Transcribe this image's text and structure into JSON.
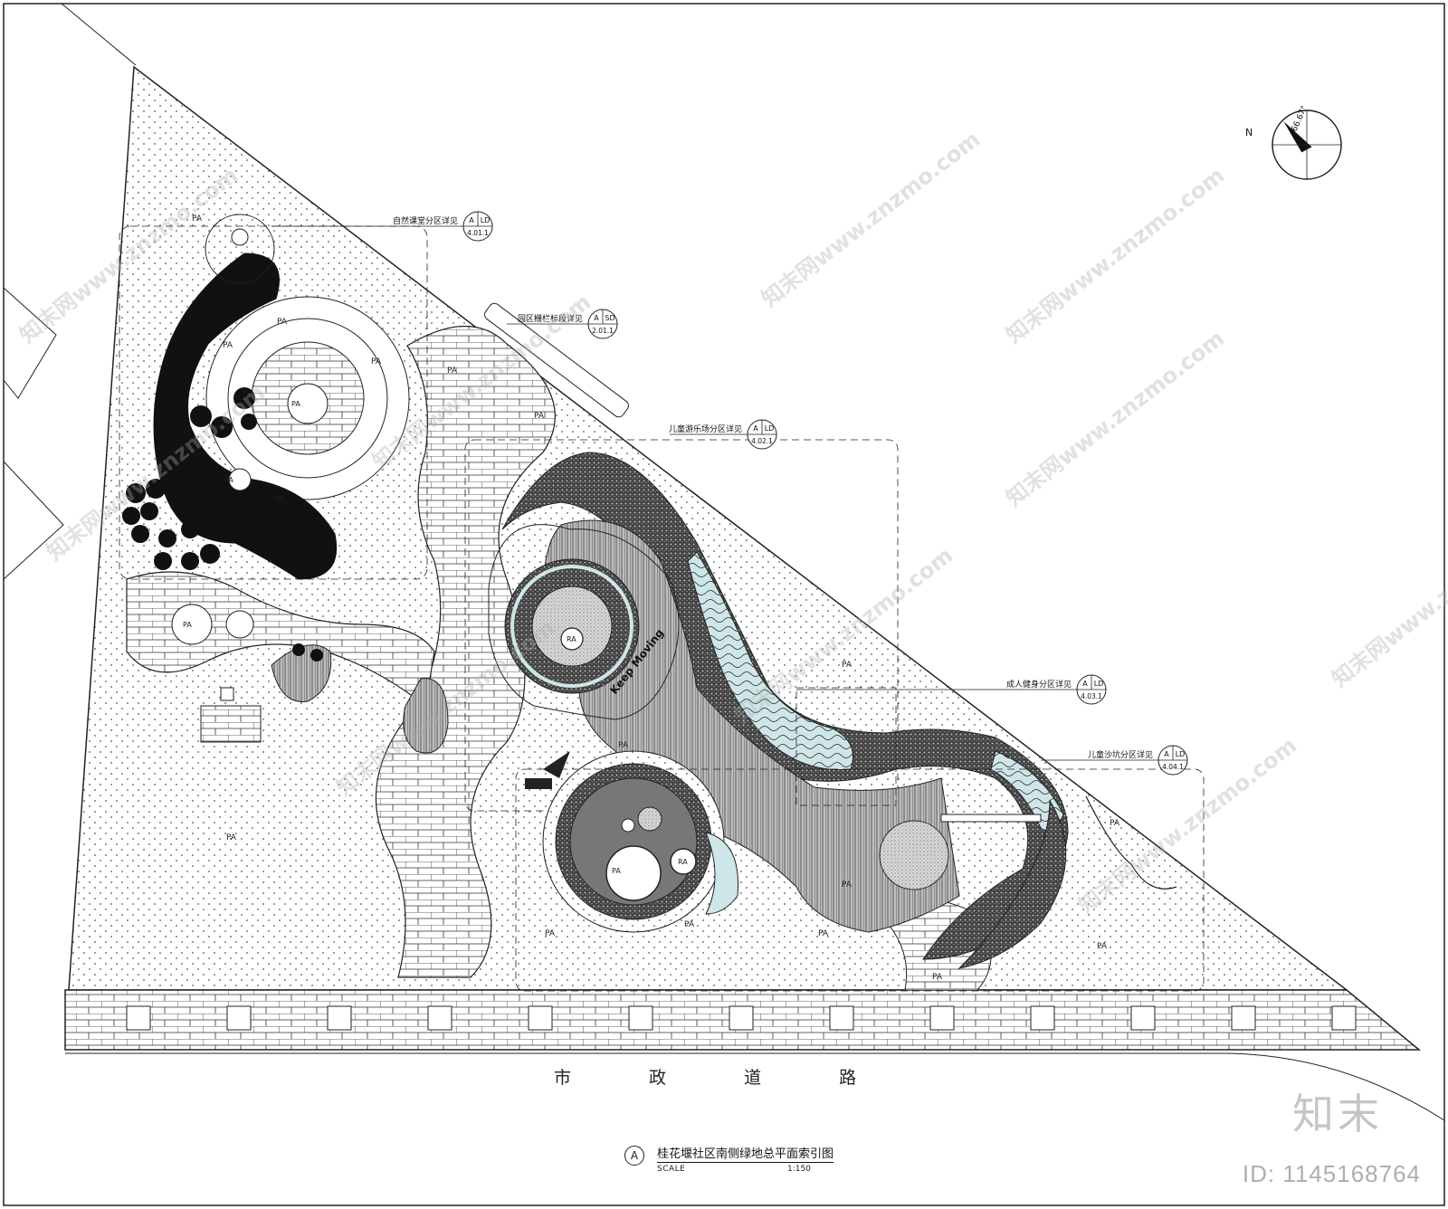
{
  "drawing": {
    "title_marker": "A",
    "title": "桂花堰社区南侧绿地总平面索引图",
    "scale_label": "SCALE",
    "scale_ratio": "1:150",
    "road_label": "市 政 道 路",
    "north_label": "N",
    "north_angle": "66.67°",
    "decorative_text": "Keep Moving",
    "area_tag": "PA",
    "small_tag": "RA"
  },
  "callouts": [
    {
      "text": "自然课堂分区详见",
      "sheet": "A",
      "code": "LD",
      "page": "4.01.1"
    },
    {
      "text": "园区栅栏标段详见",
      "sheet": "A",
      "code": "SD",
      "page": "2.01.1"
    },
    {
      "text": "儿童游乐场分区详见",
      "sheet": "A",
      "code": "LD",
      "page": "4.02.1"
    },
    {
      "text": "成人健身分区详见",
      "sheet": "A",
      "code": "LD",
      "page": "4.03.1"
    },
    {
      "text": "儿童沙坑分区详见",
      "sheet": "A",
      "code": "LD",
      "page": "4.04.1"
    }
  ],
  "watermark": {
    "logo": "知末",
    "id": "ID: 1145168764",
    "site": "知末网www.znzmo.com"
  },
  "colors": {
    "line": "#222222",
    "water": "#cfe6e8",
    "dark_fill": "#111111",
    "stone": "#8f8f8f"
  }
}
